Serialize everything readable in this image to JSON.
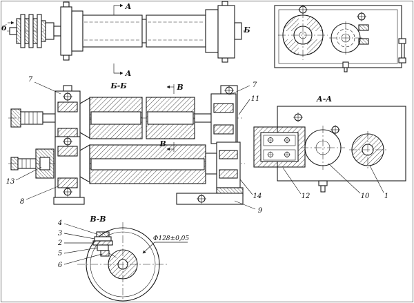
{
  "colors": {
    "paper": "#ffffff",
    "ink": "#1a1a1a"
  },
  "labels": {
    "section_a_top": "А",
    "section_a_bottom": "А",
    "section_b_left": "б",
    "section_b_right": "Б",
    "view_bb_title": "Б-Б",
    "view_aa_title": "А-А",
    "view_vv_title": "В-В",
    "marker_v_top": "В",
    "marker_v_bottom": "В",
    "dimension_vv": "Ф128±0,05"
  },
  "callouts": {
    "c1": "1",
    "c2": "2",
    "c3": "3",
    "c4": "4",
    "c5": "5",
    "c6": "6",
    "c7l": "7",
    "c7r": "7",
    "c8": "8",
    "c9": "9",
    "c10": "10",
    "c11": "11",
    "c12": "12",
    "c13": "13",
    "c14": "14"
  }
}
